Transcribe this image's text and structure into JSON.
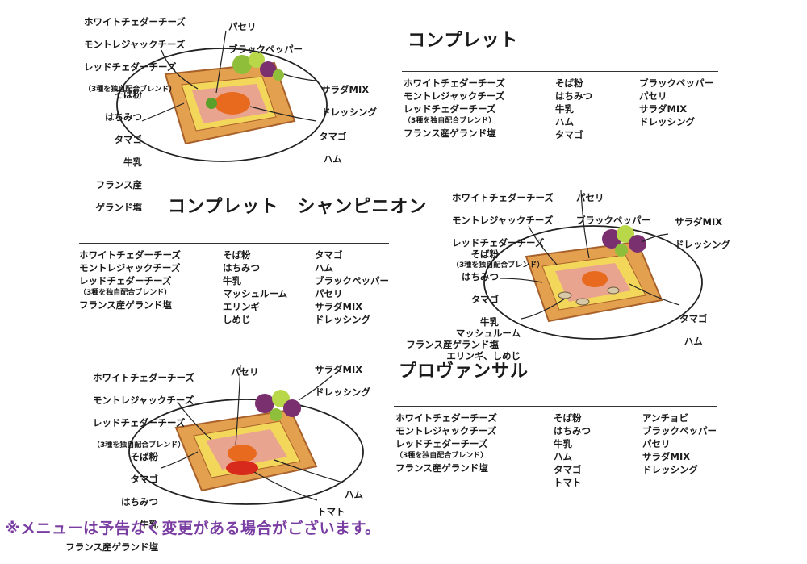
{
  "sections": [
    {
      "title": "コンプレット",
      "columns": [
        [
          "ホワイトチェダーチーズ",
          "モントレジャックチーズ",
          "レッドチェダーチーズ",
          "（3種を独自配合ブレンド）",
          "フランス産ゲランド塩"
        ],
        [
          "そば粉",
          "はちみつ",
          "牛乳",
          "ハム",
          "タマゴ"
        ],
        [
          "ブラックペッパー",
          "パセリ",
          "サラダMIX",
          "ドレッシング"
        ]
      ],
      "callouts": {
        "cheese": [
          "ホワイトチェダーチーズ",
          "モントレジャックチーズ",
          "レッドチェダーチーズ",
          "（3種を独自配合ブレンド）"
        ],
        "parsley": [
          "パセリ",
          "ブラックペッパー"
        ],
        "salad": [
          "サラダMIX",
          "ドレッシング"
        ],
        "base": [
          "そば粉",
          "はちみつ",
          "タマゴ",
          "牛乳",
          "フランス産",
          "ゲランド塩"
        ],
        "egg": [
          "タマゴ",
          "ハム"
        ]
      }
    },
    {
      "title": "コンプレット　シャンピニオン",
      "columns": [
        [
          "ホワイトチェダーチーズ",
          "モントレジャックチーズ",
          "レッドチェダーチーズ",
          "（3種を独自配合ブレンド）",
          "フランス産ゲランド塩"
        ],
        [
          "そば粉",
          "はちみつ",
          "牛乳",
          "マッシュルーム",
          "エリンギ",
          "しめじ"
        ],
        [
          "タマゴ",
          "ハム",
          "ブラックペッパー",
          "パセリ",
          "サラダMIX",
          "ドレッシング"
        ]
      ],
      "callouts": {
        "cheese": [
          "ホワイトチェダーチーズ",
          "モントレジャックチーズ",
          "レッドチェダーチーズ",
          "（3種を独自配合ブレンド）"
        ],
        "parsley": [
          "パセリ",
          "ブラックペッパー"
        ],
        "salad": [
          "サラダMIX",
          "ドレッシング"
        ],
        "base": [
          "そば粉",
          "はちみつ",
          "タマゴ",
          "牛乳",
          "フランス産ゲランド塩"
        ],
        "egg": [
          "タマゴ",
          "ハム"
        ],
        "mushroom": [
          "マッシュルーム",
          "エリンギ、しめじ"
        ]
      }
    },
    {
      "title": "プロヴァンサル",
      "columns": [
        [
          "ホワイトチェダーチーズ",
          "モントレジャックチーズ",
          "レッドチェダーチーズ",
          "（3種を独自配合ブレンド）",
          "フランス産ゲランド塩"
        ],
        [
          "そば粉",
          "はちみつ",
          "牛乳",
          "ハム",
          "タマゴ",
          "トマト"
        ],
        [
          "アンチョビ",
          "ブラックペッパー",
          "パセリ",
          "サラダMIX",
          "ドレッシング"
        ]
      ],
      "callouts": {
        "cheese": [
          "ホワイトチェダーチーズ",
          "モントレジャックチーズ",
          "レッドチェダーチーズ",
          "（3種を独自配合ブレンド）"
        ],
        "parsley": [
          "パセリ"
        ],
        "salad": [
          "サラダMIX",
          "ドレッシング"
        ],
        "base": [
          "そば粉",
          "タマゴ",
          "はちみつ",
          "牛乳",
          "フランス産ゲランド塩"
        ],
        "ham": [
          "ハム"
        ],
        "tomato": [
          "トマト"
        ]
      }
    }
  ],
  "notice": "※メニューは予告なく変更がある場合がございます。",
  "colors": {
    "crepe": "#e3a04f",
    "crepe_edge": "#a8612a",
    "cheese": "#f3d75a",
    "ham": "#e9a48f",
    "egg": "#e86a1e",
    "leaf": "#8fbf3a",
    "purple": "#7a2f6f",
    "tomato": "#d82a1c",
    "notice": "#7a3ea2"
  }
}
